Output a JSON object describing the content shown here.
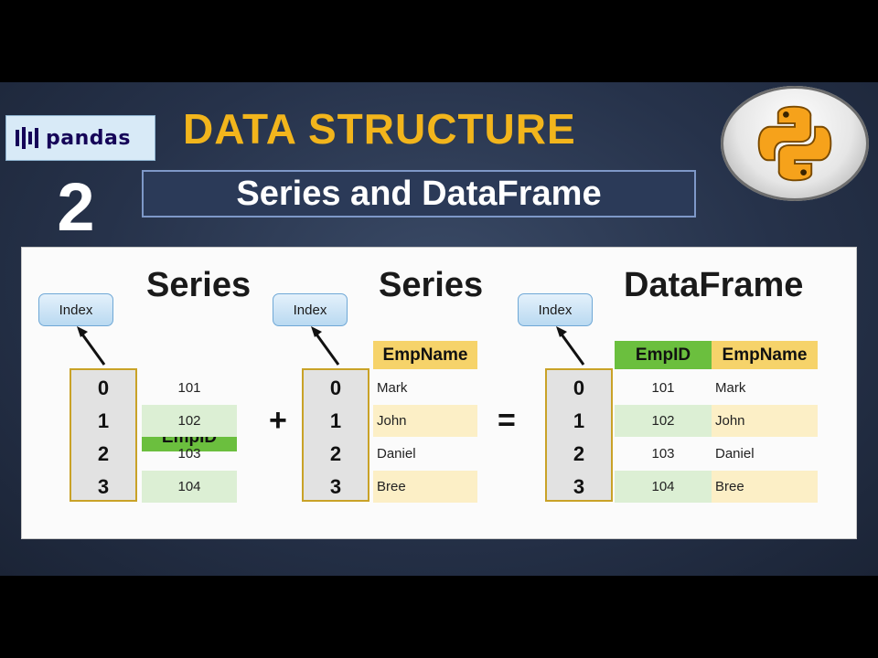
{
  "logo": {
    "text": "pandas",
    "icon": "pandas-bars-icon"
  },
  "chapter_number": "2",
  "title": "DATA STRUCTURE",
  "subtitle": "Series and DataFrame",
  "badge": {
    "icon": "python-logo-icon"
  },
  "colors": {
    "title": "#f2b51c",
    "empid_header": "#6bbf3e",
    "empname_header": "#f6d36a",
    "index_border": "#c9a227"
  },
  "diagram": {
    "index_label": "Index",
    "plus": "+",
    "equals": "=",
    "index_values": [
      "0",
      "1",
      "2",
      "3"
    ],
    "series1": {
      "heading": "Series",
      "column": "EmpID",
      "values": [
        "101",
        "102",
        "103",
        "104"
      ]
    },
    "series2": {
      "heading": "Series",
      "column": "EmpName",
      "values": [
        "Mark",
        "John",
        "Daniel",
        "Bree"
      ]
    },
    "dataframe": {
      "heading": "DataFrame",
      "columns": [
        "EmpID",
        "EmpName"
      ],
      "rows": [
        [
          "101",
          "Mark"
        ],
        [
          "102",
          "John"
        ],
        [
          "103",
          "Daniel"
        ],
        [
          "104",
          "Bree"
        ]
      ]
    }
  }
}
